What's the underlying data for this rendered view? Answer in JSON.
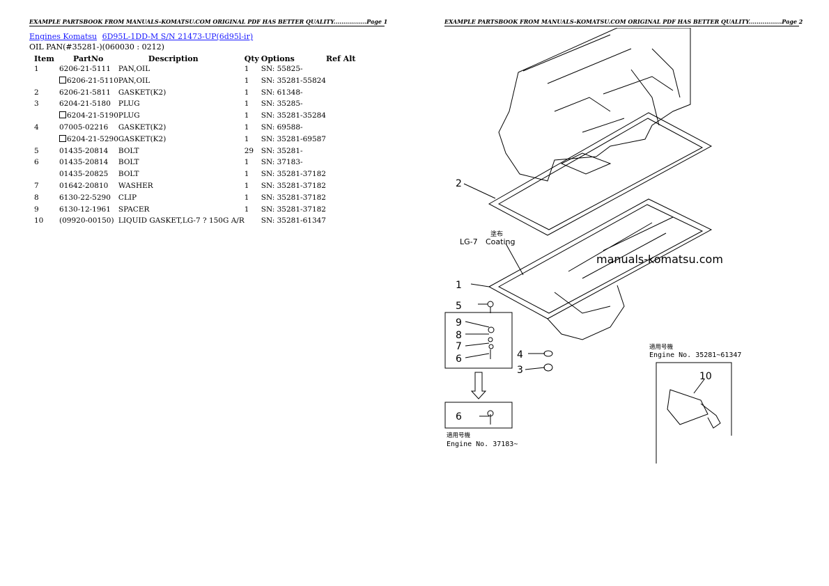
{
  "header": {
    "left": "EXAMPLE PARTSBOOK FROM MANUALS-KOMATSU.COM ORIGINAL PDF HAS BETTER QUALITY.................Page 1",
    "right": "EXAMPLE PARTSBOOK FROM MANUALS-KOMATSU.COM ORIGINAL PDF HAS BETTER QUALITY.................Page 2"
  },
  "breadcrumb": {
    "link1": "Engines Komatsu",
    "link2": "6D95L-1DD-M S/N 21473-UP(6d95l-ir)"
  },
  "subtitle": "OIL PAN(#35281-)(060030 : 0212)",
  "table": {
    "headers": {
      "item": "Item",
      "partno": "PartNo",
      "description": "Description",
      "qty": "Qty",
      "options": "Options",
      "refalt": "Ref Alt"
    },
    "rows": [
      {
        "item": "1",
        "alt": false,
        "partno": "6206-21-5111",
        "description": "PAN,OIL",
        "qty": "1",
        "options": "SN: 55825-"
      },
      {
        "item": "",
        "alt": true,
        "partno": "6206-21-5110",
        "description": "PAN,OIL",
        "qty": "1",
        "options": "SN: 35281-55824"
      },
      {
        "item": "2",
        "alt": false,
        "partno": "6206-21-5811",
        "description": "GASKET(K2)",
        "qty": "1",
        "options": "SN: 61348-"
      },
      {
        "item": "3",
        "alt": false,
        "partno": "6204-21-5180",
        "description": "PLUG",
        "qty": "1",
        "options": "SN: 35285-"
      },
      {
        "item": "",
        "alt": true,
        "partno": "6204-21-5190",
        "description": "PLUG",
        "qty": "1",
        "options": "SN: 35281-35284"
      },
      {
        "item": "4",
        "alt": false,
        "partno": "07005-02216",
        "description": "GASKET(K2)",
        "qty": "1",
        "options": "SN: 69588-"
      },
      {
        "item": "",
        "alt": true,
        "partno": "6204-21-5290",
        "description": "GASKET(K2)",
        "qty": "1",
        "options": "SN: 35281-69587"
      },
      {
        "item": "5",
        "alt": false,
        "partno": "01435-20814",
        "description": "BOLT",
        "qty": "29",
        "options": "SN: 35281-"
      },
      {
        "item": "6",
        "alt": false,
        "partno": "01435-20814",
        "description": "BOLT",
        "qty": "1",
        "options": "SN: 37183-"
      },
      {
        "item": "",
        "alt": false,
        "partno": "01435-20825",
        "description": "BOLT",
        "qty": "1",
        "options": "SN: 35281-37182"
      },
      {
        "item": "7",
        "alt": false,
        "partno": "01642-20810",
        "description": "WASHER",
        "qty": "1",
        "options": "SN: 35281-37182"
      },
      {
        "item": "8",
        "alt": false,
        "partno": "6130-22-5290",
        "description": "CLIP",
        "qty": "1",
        "options": "SN: 35281-37182"
      },
      {
        "item": "9",
        "alt": false,
        "partno": "6130-12-1961",
        "description": "SPACER",
        "qty": "1",
        "options": "SN: 35281-37182"
      },
      {
        "item": "10",
        "alt": false,
        "partno": "(09920-00150)",
        "description": "LIQUID GASKET,LG-7 ? 150G A/R",
        "qty": "",
        "options": "SN: 35281-61347"
      }
    ]
  },
  "diagram": {
    "callouts": [
      "1",
      "2",
      "3",
      "4",
      "5",
      "6",
      "7",
      "8",
      "9",
      "10"
    ],
    "callout_6_lower": "6",
    "coating_jp": "塗布",
    "coating_lg": "LG-7",
    "coating_en": "Coating",
    "watermark": "manuals-komatsu.com",
    "applic_jp_1": "適用号機",
    "applic_en_1": "Engine  No. 35281~61347",
    "applic_jp_2": "適用号機",
    "applic_en_2": "Engine  No. 37183~"
  }
}
